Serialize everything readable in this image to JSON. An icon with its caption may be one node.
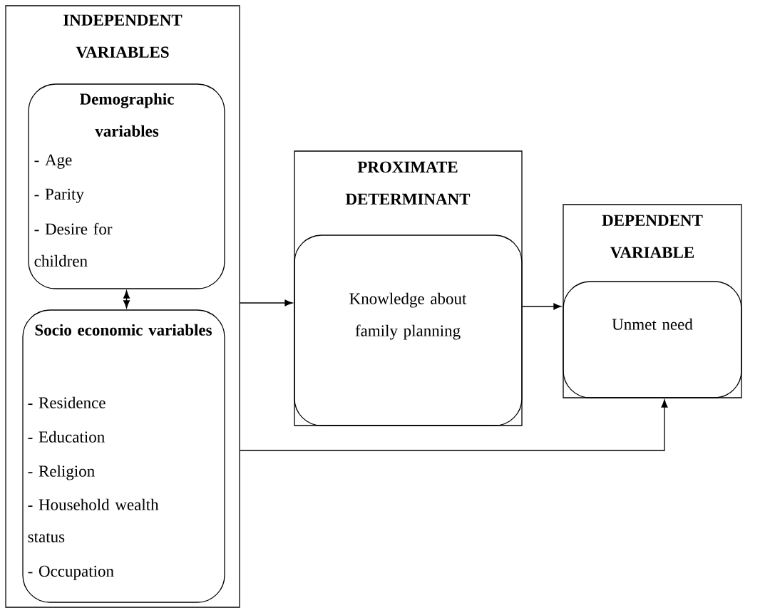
{
  "diagram": {
    "nodes": [
      {
        "text": [
          "INDEPENDENT VARIABLES"
        ]
      },
      {
        "text": [
          "Demographic variables",
          "- Age",
          "- Parity",
          "- Desire for children"
        ],
        "in": 0
      },
      {
        "text": [
          "Socio economic variables",
          "- Residence",
          "- Education",
          "- Religion",
          "- Household wealth status",
          "- Occupation"
        ],
        "in": 0
      },
      {
        "text": [
          "PROXIMATE DETERMINANT"
        ]
      },
      {
        "text": [
          "Knowledge about family planning"
        ],
        "in": 3
      },
      {
        "text": [
          "DEPENDENT VARIABLE"
        ]
      },
      {
        "text": [
          "Unmet need"
        ],
        "in": 5
      }
    ],
    "edges": [
      {
        "from": 1,
        "to": 2,
        "arrow": "both"
      },
      {
        "from": 0,
        "to": 4,
        "arrow": "to"
      },
      {
        "from": 4,
        "to": 6,
        "arrow": "to"
      },
      {
        "from": 0,
        "to": 6,
        "arrow": "to"
      }
    ]
  }
}
